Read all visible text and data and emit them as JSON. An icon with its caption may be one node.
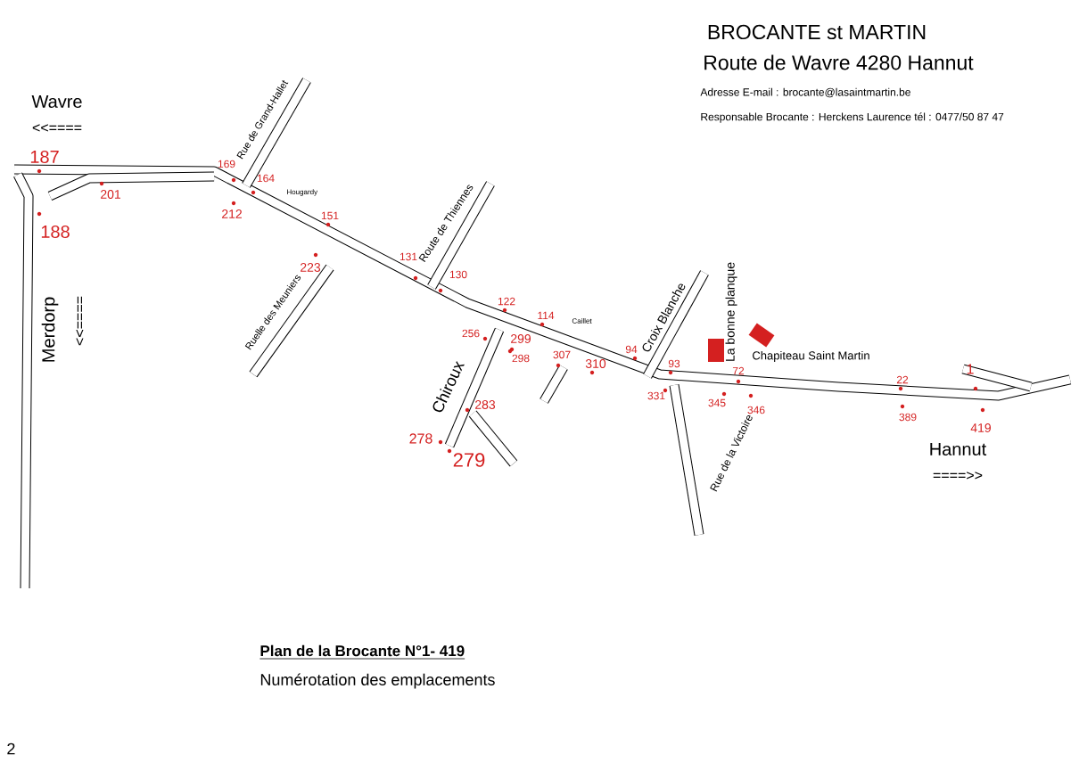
{
  "diagram": {
    "title": "BROCANTE st MARTIN",
    "labels": [
      "Route de Wavre 4280 Hannut",
      "Adresse  E-mail :  brocante@lasaintmartin.be",
      "Responsable Brocante :  Herckens Laurence tél : 0477/50 87 47",
      "Wavre",
      "<<====",
      "187",
      "188",
      "201",
      "Merdorp",
      "<<====",
      "Rue de Grand-Hallet",
      "169",
      "164",
      "Hougardy",
      "212",
      "151",
      "223",
      "Ruelle des Meuniers",
      "Route de Thiennes",
      "131",
      "130",
      "122",
      "114",
      "Caillet",
      "256",
      "299",
      "298",
      "307",
      "310",
      "Croix Blanche",
      "94",
      "93",
      "La bonne planque",
      "Chapiteau Saint Martin",
      "72",
      "331",
      "345",
      "346",
      "Rue de la Victoire",
      "22",
      "389",
      "1",
      "419",
      "Hannut",
      "====>>",
      "Chiroux",
      "283",
      "278",
      "279",
      "Plan de la Brocante N°1- 419",
      "Numérotation des emplacements",
      "2"
    ]
  }
}
